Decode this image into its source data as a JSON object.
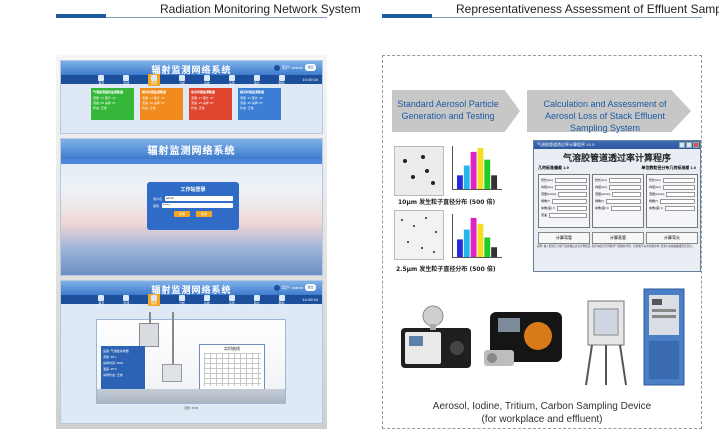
{
  "headers": {
    "left_title": "Radiation Monitoring Network System",
    "right_title": "Representativeness Assessment of Effluent Sampling",
    "accent_color": "#1d5aa2"
  },
  "screen1": {
    "title": "辐射监测网络系统",
    "user": "用户: admin",
    "logout": "退出",
    "time": "10:49:34",
    "nav": [
      "首页",
      "监测",
      "报警",
      "分析",
      "系统",
      "设置",
      "用户",
      "帮助"
    ],
    "cards": [
      {
        "title": "气溶胶流量和监测数据",
        "color": "#35b83a",
        "lines": [
          "流量: 17   累计: 37",
          "流速: 25   采样: 87",
          "状态: 正常"
        ]
      },
      {
        "title": "碘采样器监测数据",
        "color": "#f08a1c",
        "lines": [
          "流量: 17   累计: 37",
          "流速: 25   采样: 87",
          "状态: 正常"
        ]
      },
      {
        "title": "氚采样器监测数据",
        "color": "#e0462e",
        "lines": [
          "流量: 17   累计: 37",
          "流速: 25   采样: 87",
          "状态: 正常"
        ]
      },
      {
        "title": "碳采样器监测数据",
        "color": "#3a7fd5",
        "lines": [
          "流量: 17   累计: 37",
          "流速: 25   采样: 87",
          "状态: 正常"
        ]
      }
    ]
  },
  "screen2": {
    "title": "辐射监测网络系统",
    "login_title": "工作站登录",
    "user_label": "用户名",
    "user_value": "admin",
    "pass_label": "密码",
    "pass_value": "******",
    "login_btn": "登录",
    "cancel_btn": "取消"
  },
  "screen3": {
    "title": "辐射监测网络系统",
    "user": "用户: admin",
    "logout": "退出",
    "time": "10:49:34",
    "nav": [
      "首页",
      "监测",
      "报警",
      "分析",
      "系统",
      "设置",
      "用户",
      "帮助"
    ],
    "info_lines": [
      "设备: 气溶胶采样器",
      "流量: 38 L",
      "采样时间: 5000",
      "温度: 25.5",
      "采样状态: 正常"
    ],
    "graph_title": "实时曲线",
    "caption": "流量: 4545"
  },
  "right": {
    "chevron_left": "Standard Aerosol Particle Generation and Testing",
    "chevron_right": "Calculation and Assessment of Aerosol Loss of Stack Effluent Sampling System",
    "caption1": "10μm  发生粒子直径分布 (500 倍)",
    "caption2": "2.5μm  发生粒子直径分布 (500 倍)",
    "window": {
      "bar_title": "气溶胶管道透过率计算程序 V1.0",
      "heading": "气溶胶管道透过率计算程序",
      "left_param": "几何标准偏差 1.9",
      "right_param": "单位数粒径分布几何标准差 1.0",
      "col1": [
        "管长(cm)",
        "内径(cm)",
        "流量(L/min)",
        "倾角(°)",
        "夹角(度) 0",
        "流速"
      ],
      "col2": [
        "管长(cm)",
        "内径(cm)",
        "流量(L/min)",
        "倾角(°)",
        "夹角(度) 0"
      ],
      "col3": [
        "管长(cm)",
        "内径(cm)",
        "流量(L/min)",
        "倾角(°)",
        "夹角(度) 0"
      ],
      "buttons": [
        "计算弯管",
        "计算直管",
        "计算弯头"
      ],
      "notes": "说明: 输入管道尺寸和气流参数后点击计算按钮, 程序将给出不同粒径气溶胶在弯管、直管和弯头中的透过率, 结果以表格和曲线形式显示。"
    },
    "bottom_caption_1": "Aerosol, Iodine, Tritium, Carbon Sampling Device",
    "bottom_caption_2": "(for workplace and effluent)"
  }
}
